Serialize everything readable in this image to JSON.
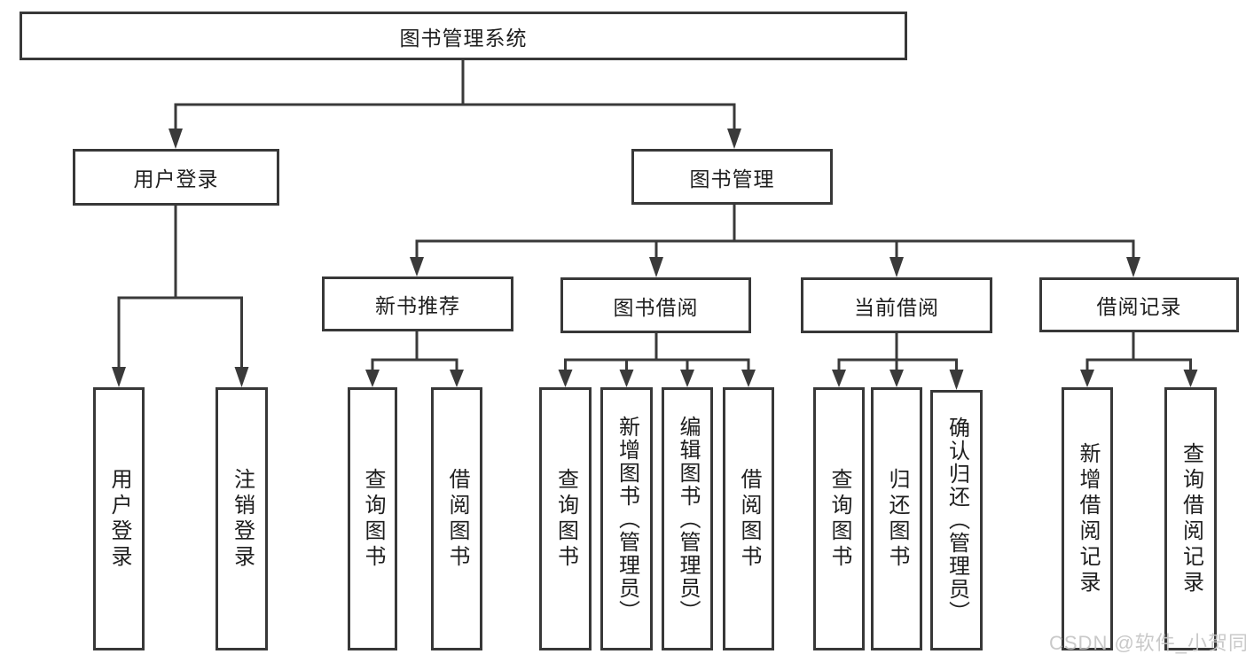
{
  "tree": {
    "root": {
      "label": "图书管理系统"
    },
    "login_branch": {
      "label": "用户登录",
      "children": [
        {
          "label": "用户登录"
        },
        {
          "label": "注销登录"
        }
      ]
    },
    "management_branch": {
      "label": "图书管理",
      "groups": [
        {
          "label": "新书推荐",
          "children": [
            {
              "label": "查询图书"
            },
            {
              "label": "借阅图书"
            }
          ]
        },
        {
          "label": "图书借阅",
          "children": [
            {
              "label": "查询图书"
            },
            {
              "label": "新增图书（管理员）"
            },
            {
              "label": "编辑图书（管理员）"
            },
            {
              "label": "借阅图书"
            }
          ]
        },
        {
          "label": "当前借阅",
          "children": [
            {
              "label": "查询图书"
            },
            {
              "label": "归还图书"
            },
            {
              "label": "确认归还（管理员）"
            }
          ]
        },
        {
          "label": "借阅记录",
          "children": [
            {
              "label": "新增借阅记录"
            },
            {
              "label": "查询借阅记录"
            }
          ]
        }
      ]
    }
  },
  "watermark": "CSDN @软件_小贺同学",
  "colors": {
    "line": "#3a3a3a",
    "border": "#383838",
    "text": "#1e1e1e",
    "watermark": "#c4c4c4",
    "background": "#ffffff"
  }
}
